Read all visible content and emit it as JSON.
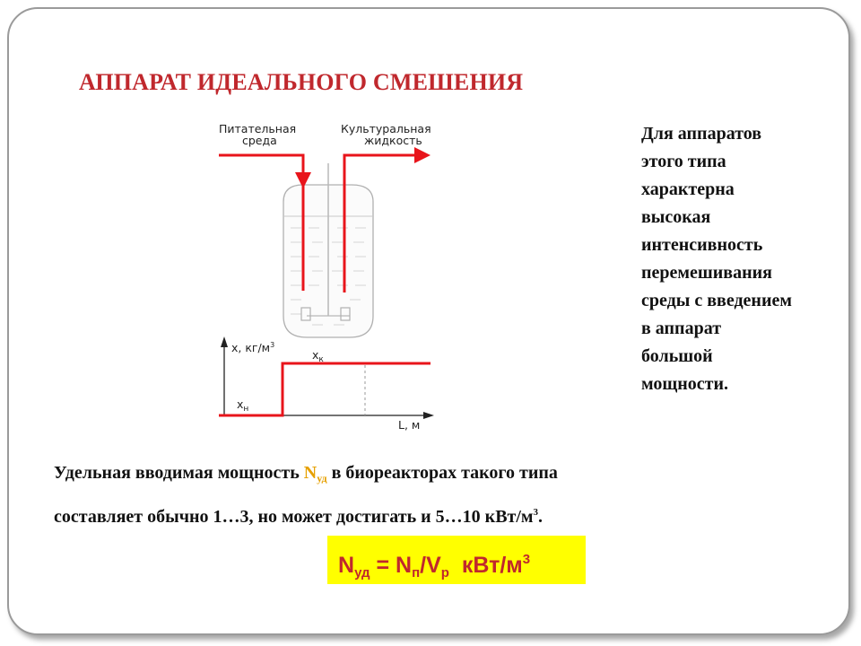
{
  "slide": {
    "title": "АППАРАТ ИДЕАЛЬНОГО СМЕШЕНИЯ",
    "side_text": [
      "Для аппаратов",
      "этого типа",
      "характерна",
      "высокая",
      "интенсивность",
      "перемешивания",
      "среды с введением",
      "в аппарат",
      "большой",
      "мощности."
    ],
    "bottom": {
      "line1_before": "Удельная вводимая мощность ",
      "n_symbol": "N",
      "n_subscript": "уд",
      "line1_after": " в биореакторах такого типа",
      "line2": "составляет обычно 1…3, но может достигать и 5…10 кВт/м",
      "line2_sup": "3",
      "line2_end": "."
    },
    "formula": {
      "lhs": "N",
      "lhs_sub": "уд",
      "eq": " = N",
      "n_sub": "п",
      "slash": "/V",
      "v_sub": "р",
      "unit": "  кВт/м",
      "unit_sup": "3"
    },
    "colors": {
      "title": "#c0282d",
      "pipes": "#e8141b",
      "formula_bg": "#ffff00",
      "formula_text": "#c0282d",
      "n_symbol": "#e6a000"
    }
  },
  "diagram": {
    "inlet_label_line1": "Питательная",
    "inlet_label_line2": "среда",
    "outlet_label_line1": "Культуральная",
    "outlet_label_line2": "жидкость",
    "y_axis_label": "x, кг/м",
    "y_axis_sup": "3",
    "x_axis_label": "L, м",
    "level_high_label": "x",
    "level_high_sub": "к",
    "level_low_label": "x",
    "level_low_sub": "н"
  }
}
